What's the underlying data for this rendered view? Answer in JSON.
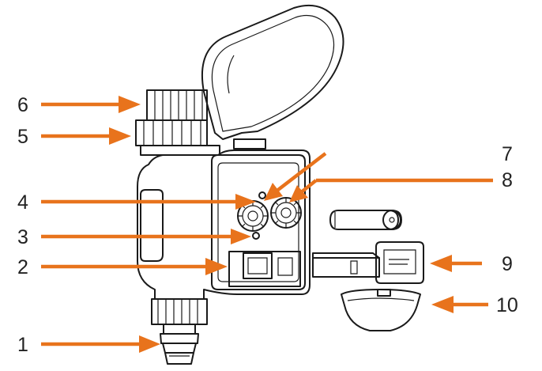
{
  "accent_color": "#e8731c",
  "callouts": [
    {
      "number": "1"
    },
    {
      "number": "2"
    },
    {
      "number": "3"
    },
    {
      "number": "4"
    },
    {
      "number": "5"
    },
    {
      "number": "6"
    },
    {
      "number": "7"
    },
    {
      "number": "8"
    },
    {
      "number": "9"
    },
    {
      "number": "10"
    }
  ]
}
